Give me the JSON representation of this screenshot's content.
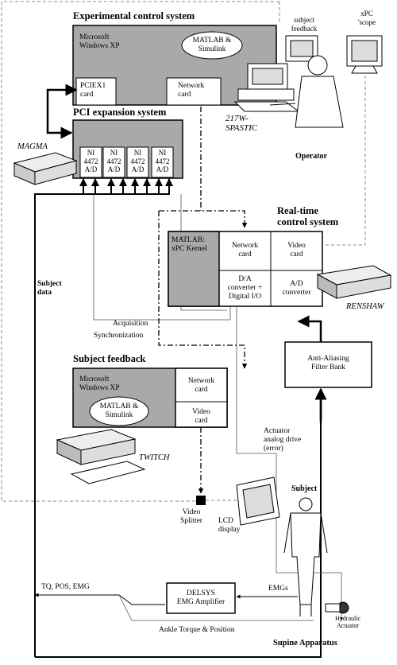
{
  "experimental_control": {
    "title": "Experimental control system",
    "os": "Microsoft\nWindows XP",
    "matlab": "MATLAB &\nSimulink",
    "pciex1": "PCIEX1\ncard",
    "network": "Network\ncard"
  },
  "pci_expansion": {
    "title": "PCI expansion system",
    "magma": "MAGMA",
    "ni_cards": [
      "NI\n4472\nA/D",
      "NI\n4472\nA/D",
      "NI\n4472\nA/D",
      "NI\n4472\nA/D"
    ]
  },
  "operator": {
    "subject_feedback": "subject\nfeedback",
    "xpc_scope": "xPC\n'scope",
    "computer": "217W-\nSPASTIC",
    "label": "Operator"
  },
  "realtime": {
    "title": "Real-time\ncontrol system",
    "kernel": "MATLAB:\nxPC Kernel",
    "network": "Network\ncard",
    "video": "Video\ncard",
    "da": "D/A\nconverter +\nDigital I/O",
    "ad": "A/D\nconverter",
    "renshaw": "RENSHAW"
  },
  "subject_feedback": {
    "title": "Subject feedback",
    "os": "Microsoft\nWindows XP",
    "matlab": "MATLAB &\nSimulink",
    "network": "Network\ncard",
    "video": "Video\ncard",
    "twitch": "TWITCH"
  },
  "signals": {
    "subject_data": "Subject\ndata",
    "acquisition": "Acquisition",
    "synchronization": "Synchronization",
    "actuator_drive": "Actuator\nanalog drive\n(error)",
    "video_splitter": "Video\nSplitter",
    "lcd_display": "LCD\ndisplay",
    "subject": "Subject",
    "tq_pos_emg": "TQ, POS, EMG",
    "emgs": "EMGs",
    "ankle": "Ankle Torque & Position",
    "hydraulic": "Hydraulic\nActuator",
    "supine": "Supine Apparatus"
  },
  "filter": {
    "label": "Anti-Aliasing\nFilter Bank"
  },
  "delsys": {
    "label": "DELSYS\nEMG Amplifier"
  },
  "colors": {
    "box_gray": "#a9a9a9",
    "line": "#000000",
    "dash": "#888888"
  }
}
